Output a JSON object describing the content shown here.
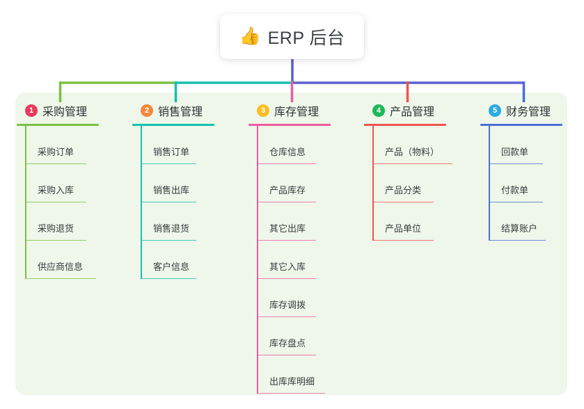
{
  "diagram": {
    "type": "mind-map",
    "root": {
      "label": "ERP 后台",
      "icon": "thumbs-up-icon",
      "icon_glyph": "👍"
    },
    "panel_color": "#eef7e9",
    "root_connector_color": "#5b5fd0",
    "branches": [
      {
        "index": "1",
        "label": "采购管理",
        "color": "#7ac143",
        "badge_color": "#ea3b5c",
        "rule_width": 118,
        "children": [
          {
            "label": "采购订单",
            "rule_width": 88
          },
          {
            "label": "采购入库",
            "rule_width": 88
          },
          {
            "label": "采购退货",
            "rule_width": 88
          },
          {
            "label": "供应商信息",
            "rule_width": 102
          }
        ]
      },
      {
        "index": "2",
        "label": "销售管理",
        "color": "#17bfb0",
        "badge_color": "#f5883c",
        "rule_width": 118,
        "children": [
          {
            "label": "销售订单",
            "rule_width": 80
          },
          {
            "label": "销售出库",
            "rule_width": 80
          },
          {
            "label": "销售退货",
            "rule_width": 80
          },
          {
            "label": "客户信息",
            "rule_width": 80
          }
        ]
      },
      {
        "index": "3",
        "label": "库存管理",
        "color": "#ef5ba1",
        "badge_color": "#fbbf24",
        "rule_width": 118,
        "children": [
          {
            "label": "仓库信息",
            "rule_width": 85
          },
          {
            "label": "产品库存",
            "rule_width": 85
          },
          {
            "label": "其它出库",
            "rule_width": 85
          },
          {
            "label": "其它入库",
            "rule_width": 85
          },
          {
            "label": "库存调拨",
            "rule_width": 85
          },
          {
            "label": "库存盘点",
            "rule_width": 85
          },
          {
            "label": "出库库明细",
            "rule_width": 98
          }
        ]
      },
      {
        "index": "4",
        "label": "产品管理",
        "color": "#ef5350",
        "badge_color": "#20b65a",
        "rule_width": 118,
        "children": [
          {
            "label": "产品（物料）",
            "rule_width": 115
          },
          {
            "label": "产品分类",
            "rule_width": 88
          },
          {
            "label": "产品单位",
            "rule_width": 88
          }
        ]
      },
      {
        "index": "5",
        "label": "财务管理",
        "color": "#4a6fd4",
        "badge_color": "#29abe2",
        "rule_width": 118,
        "children": [
          {
            "label": "回款单",
            "rule_width": 78
          },
          {
            "label": "付款单",
            "rule_width": 78
          },
          {
            "label": "结算账户",
            "rule_width": 82
          }
        ]
      }
    ]
  }
}
